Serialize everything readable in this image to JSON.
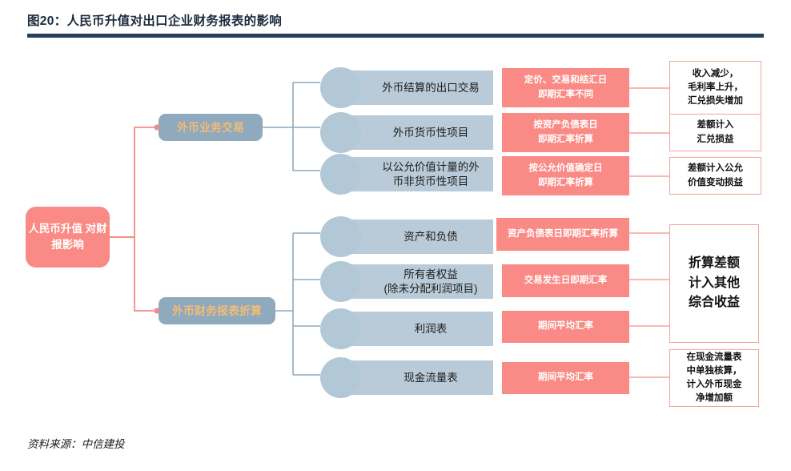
{
  "header": {
    "title": "图20：人民币升值对出口企业财务报表的影响",
    "rule_color": "#24405c"
  },
  "footer": {
    "source": "资料来源：中信建投"
  },
  "palette": {
    "root_fill": "#f98a85",
    "branch_fill": "#8fa9bd",
    "branch_text": "#f2bc77",
    "item_bar_fill": "#b9cbd8",
    "item_circle_fill": "#b3c8d6",
    "pink_fill": "#f98a85",
    "outline_border": "#f6a29c",
    "pink_wire": "#f98a85",
    "blue_wire": "#8fa9bd"
  },
  "diagram": {
    "type": "tree",
    "root": {
      "label": "人民币升值\n对财报影响"
    },
    "branches": [
      {
        "label": "外币业务交易"
      },
      {
        "label": "外币财务报表折算"
      }
    ],
    "rows": [
      {
        "branch": 0,
        "item": "外币结算的出口交易",
        "middle": "定价、交易和结汇日\n即期汇率不同",
        "outcome": "收入减少，\n毛利率上升，\n汇兑损失增加"
      },
      {
        "branch": 0,
        "item": "外币货币性项目",
        "middle": "按资产负债表日\n即期汇率折算",
        "outcome": "差额计入\n汇兑损益"
      },
      {
        "branch": 0,
        "item": "以公允价值计量的外\n币非货币性项目",
        "middle": "按公允价值确定日\n即期汇率折算",
        "outcome": "差额计入公允\n价值变动损益"
      },
      {
        "branch": 1,
        "item": "资产和负债",
        "middle": "资产负债表日即期汇率折算",
        "outcome": null
      },
      {
        "branch": 1,
        "item": "所有者权益\n(除未分配利润项目)",
        "middle": "交易发生日即期汇率",
        "outcome": null
      },
      {
        "branch": 1,
        "item": "利润表",
        "middle": "期间平均汇率",
        "outcome": null
      },
      {
        "branch": 1,
        "item": "现金流量表",
        "middle": "期间平均汇率",
        "outcome": "在现金流量表\n中单独核算，\n计入外币现金\n净增加额"
      }
    ],
    "merged_outcome": {
      "label": "折算差额\n计入其他\n综合收益",
      "spans_rows": [
        3,
        4,
        5
      ]
    }
  }
}
